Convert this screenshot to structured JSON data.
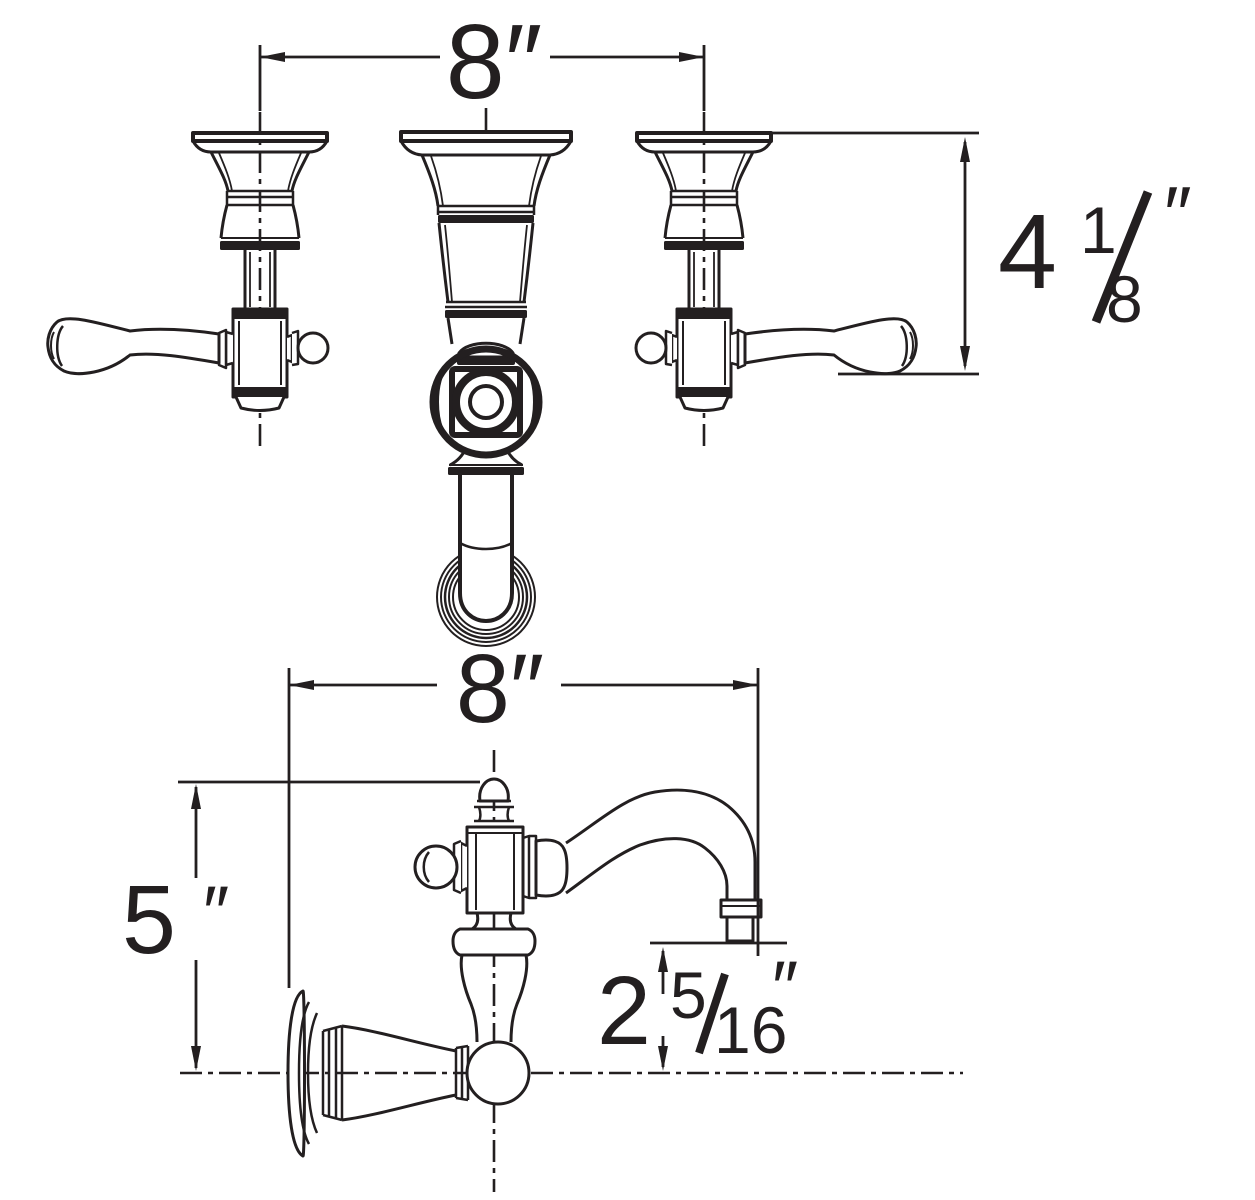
{
  "colors": {
    "ink": "#231f20",
    "background": "#ffffff"
  },
  "front_view": {
    "handle_spacing": {
      "value": "8",
      "unit": "″"
    },
    "trim_height": {
      "whole": "4",
      "numerator": "1",
      "denominator": "8",
      "unit": "″"
    }
  },
  "side_view": {
    "spout_reach": {
      "value": "8",
      "unit": "″"
    },
    "faucet_height": {
      "value": "5",
      "unit": "″"
    },
    "spout_drop": {
      "whole": "2",
      "numerator": "5",
      "denominator": "16",
      "unit": "″"
    }
  }
}
